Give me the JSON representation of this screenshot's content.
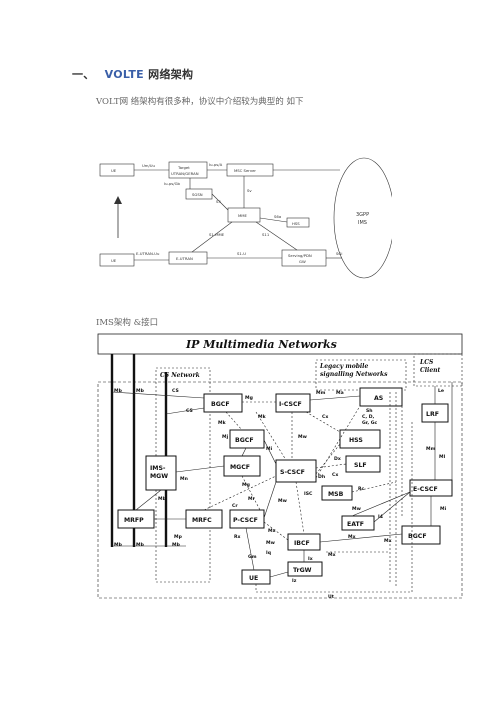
{
  "heading": {
    "num": "一、",
    "accent": "VOLTE",
    "rest": "网络架构"
  },
  "intro": "VOLT网  络架构有很多种，协议中介绍较为典型的  如下",
  "section2": "IMS架构  &接口",
  "fig1": {
    "labels": {
      "ue1": "UE",
      "umuu": "Um/Uu",
      "target": "Target",
      "target2": "UTRAN/GERAN",
      "iupsa": "Iu-ps/A",
      "msc": "MSC Server",
      "iupsgb": "Iu-ps/Gb",
      "sgsn": "SGSN",
      "sv": "Sv",
      "s3": "S3",
      "mme": "MME",
      "s6a": "S6a",
      "hss": "HSS",
      "ims1": "3GPP",
      "ims2": "IMS",
      "s1mme": "S1-MME",
      "s11": "S11",
      "euu": "E-UTRAN-Uu",
      "ue2": "UE",
      "eutran": "E-UTRAN",
      "s1u": "S1-U",
      "sgw": "Serving/PDN",
      "sgw2": "GW",
      "sgi": "SGi"
    }
  },
  "fig2": {
    "title": "IP Multimedia Networks",
    "cs_network": "CS Network",
    "legacy1": "Legacy mobile",
    "legacy2": "signalling Networks",
    "lcs1": "LCS",
    "lcs2": "Client",
    "boxes": {
      "bgcf1": "BGCF",
      "bgcf2": "BGCF",
      "icscf": "I-CSCF",
      "as": "AS",
      "hss": "HSS",
      "slf": "SLF",
      "scscf": "S-CSCF",
      "msb": "MSB",
      "ims_mgw1": "IMS-",
      "ims_mgw2": "MGW",
      "mgcf": "MGCF",
      "mrfp": "MRFP",
      "mrfc": "MRFC",
      "pcscf": "P-CSCF",
      "ibcf": "IBCF",
      "trgw": "TrGW",
      "ue": "UE",
      "lrf": "LRF",
      "ecscf": "E-CSCF",
      "eatf": "EATF",
      "bgcf3": "BGCF"
    },
    "iface": {
      "mb1": "Mb",
      "mb2": "Mb",
      "cs1": "CS",
      "cs2": "CS",
      "mm": "Mm",
      "ma": "Ma",
      "sh": "Sh",
      "cdx": "C, D,",
      "grgc": "Gr, Gc",
      "mg1": "Mg",
      "mk1": "Mk",
      "mk2": "Mk",
      "mj": "Mj",
      "mi": "Mi",
      "mw1": "Mw",
      "cx": "Cx",
      "dx1": "Dx",
      "dh": "Dh",
      "mn": "Mn",
      "mg2": "Mg",
      "mr": "Mr",
      "isc": "ISC",
      "rc": "Rc",
      "mb3": "Mb",
      "mp": "Mp",
      "mb4": "Mb",
      "mb5": "Mb",
      "mb6": "Mb",
      "cr": "Cr",
      "mx1": "Mx",
      "ml": "Ml",
      "mm2": "Mm",
      "le": "Le",
      "mw2": "Mw",
      "mx2": "Mx",
      "i4": "I4",
      "mx3": "Mx",
      "mi2": "Mi",
      "rx": "Rx",
      "gm": "Gm",
      "ix": "Ix",
      "ut": "Ut",
      "iz": "Iz",
      "iq": "Iq",
      "mw3": "Mw",
      "mx4": "Mx",
      "cx2": "Cx",
      "mwx": "Mw"
    }
  }
}
